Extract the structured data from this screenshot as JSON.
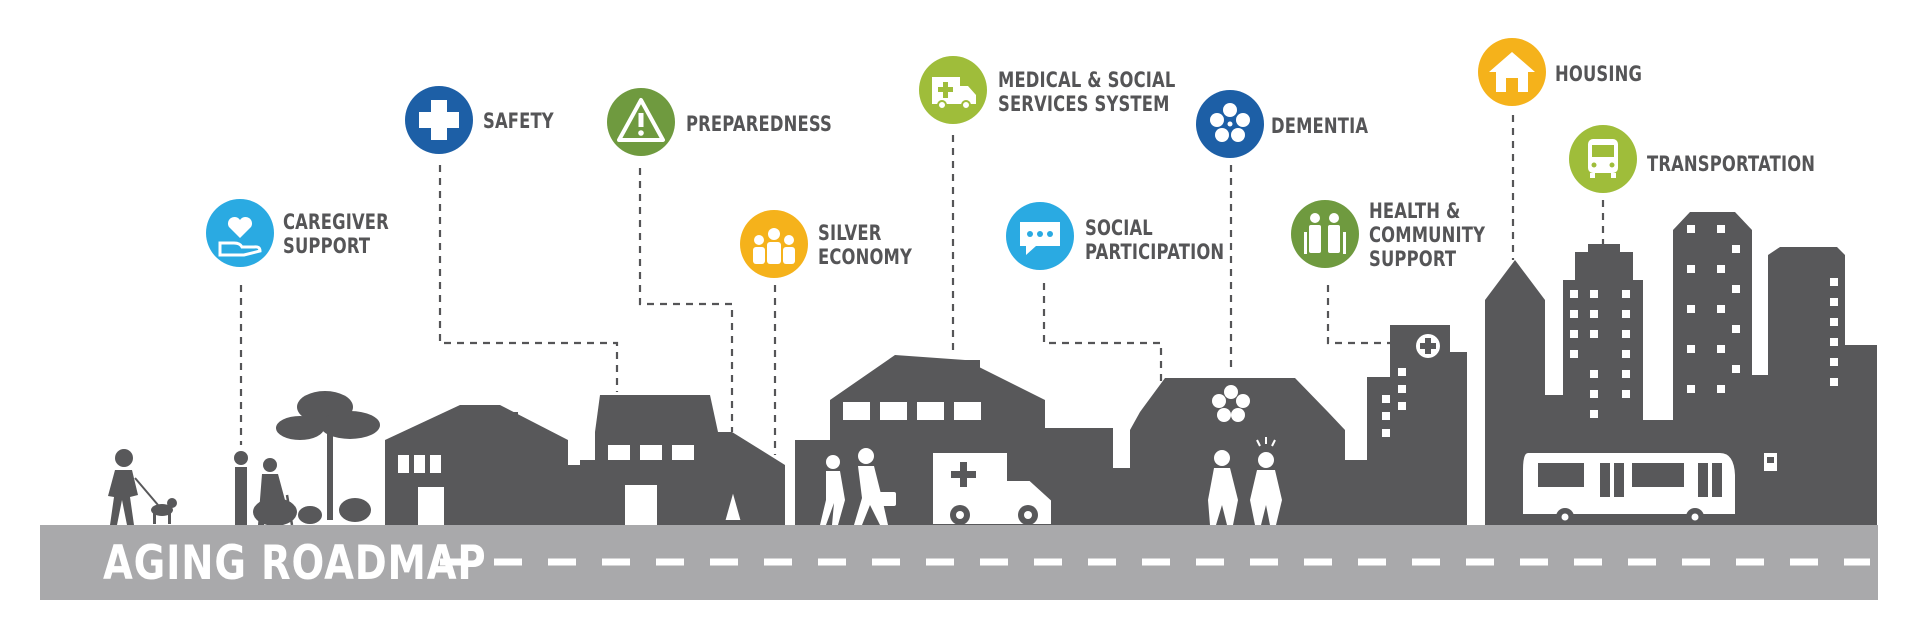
{
  "title": "AGING ROADMAP",
  "colors": {
    "silhouette": "#58585a",
    "road": "#a9a9ab",
    "dash": "#ffffff",
    "light_blue": "#2aaae2",
    "dark_blue": "#1d5fa6",
    "olive": "#6f9a3f",
    "yellow": "#f5b21b",
    "lime": "#9fbd3a",
    "dark_green": "#6f9a3f"
  },
  "topics": [
    {
      "id": "caregiver-support",
      "lines": [
        "CAREGIVER",
        "SUPPORT"
      ],
      "color": "light_blue",
      "icon": "heart-hand-icon"
    },
    {
      "id": "safety",
      "lines": [
        "SAFETY"
      ],
      "color": "dark_blue",
      "icon": "cross-icon"
    },
    {
      "id": "preparedness",
      "lines": [
        "PREPAREDNESS"
      ],
      "color": "olive",
      "icon": "warning-icon"
    },
    {
      "id": "silver-economy",
      "lines": [
        "SILVER",
        "ECONOMY"
      ],
      "color": "yellow",
      "icon": "people-group-icon"
    },
    {
      "id": "medical-social",
      "lines": [
        "MEDICAL & SOCIAL",
        "SERVICES SYSTEM"
      ],
      "color": "lime",
      "icon": "ambulance-icon"
    },
    {
      "id": "social-participation",
      "lines": [
        "SOCIAL",
        "PARTICIPATION"
      ],
      "color": "light_blue",
      "icon": "chat-bubble-icon"
    },
    {
      "id": "dementia",
      "lines": [
        "DEMENTIA"
      ],
      "color": "dark_blue",
      "icon": "flower-icon"
    },
    {
      "id": "health-community",
      "lines": [
        "HEALTH &",
        "COMMUNITY",
        "SUPPORT"
      ],
      "color": "dark_green",
      "icon": "elderly-couple-icon"
    },
    {
      "id": "housing",
      "lines": [
        "HOUSING"
      ],
      "color": "yellow",
      "icon": "house-icon"
    },
    {
      "id": "transportation",
      "lines": [
        "TRANSPORTATION"
      ],
      "color": "lime",
      "icon": "bus-icon"
    }
  ]
}
